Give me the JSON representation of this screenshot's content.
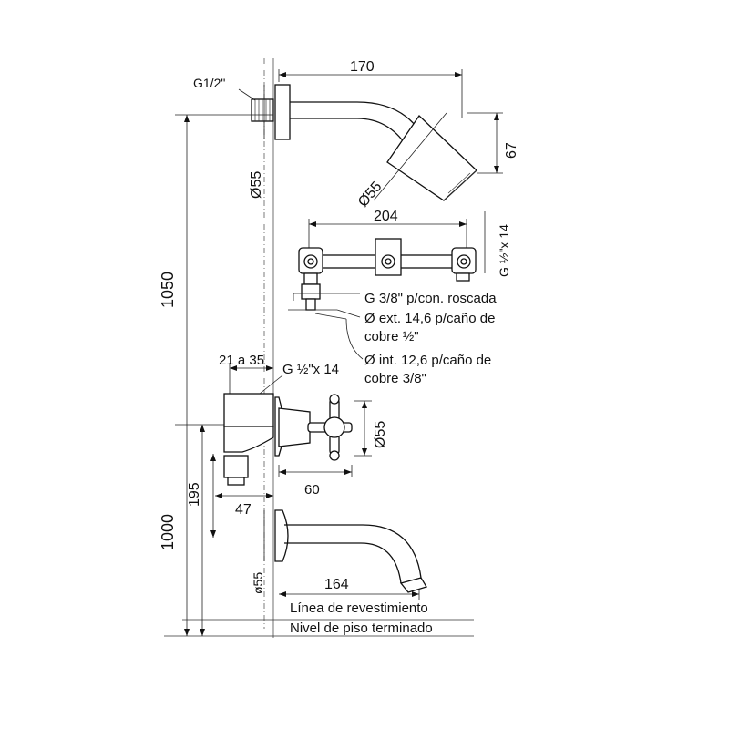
{
  "dimensions": {
    "thread_top": "G1/2\"",
    "arm_length": "170",
    "flange_diameter": "Ø55",
    "head_diameter": "Ø55",
    "head_height": "67",
    "height_to_shower": "1050",
    "valve_spacing": "204",
    "valve_thread": "G ½\"x 14",
    "wall_depth": "21 a 35",
    "cross_thread": "G ½\"x 14",
    "cross_diameter": "Ø55",
    "cross_depth": "60",
    "spout_offset": "195",
    "spout_wall": "47",
    "height_to_spout": "1000",
    "spout_flange": "ø55",
    "spout_length": "164"
  },
  "notes": {
    "connection_thread": "G 3/8\" p/con. roscada",
    "ext_diameter_l1": "Ø ext. 14,6 p/caño de",
    "ext_diameter_l2": "cobre ½\"",
    "int_diameter_l1": "Ø int. 12,6 p/caño de",
    "int_diameter_l2": "cobre 3/8\""
  },
  "reference_lines": {
    "cladding": "Línea de revestimiento",
    "finished_floor": "Nivel de piso terminado"
  }
}
